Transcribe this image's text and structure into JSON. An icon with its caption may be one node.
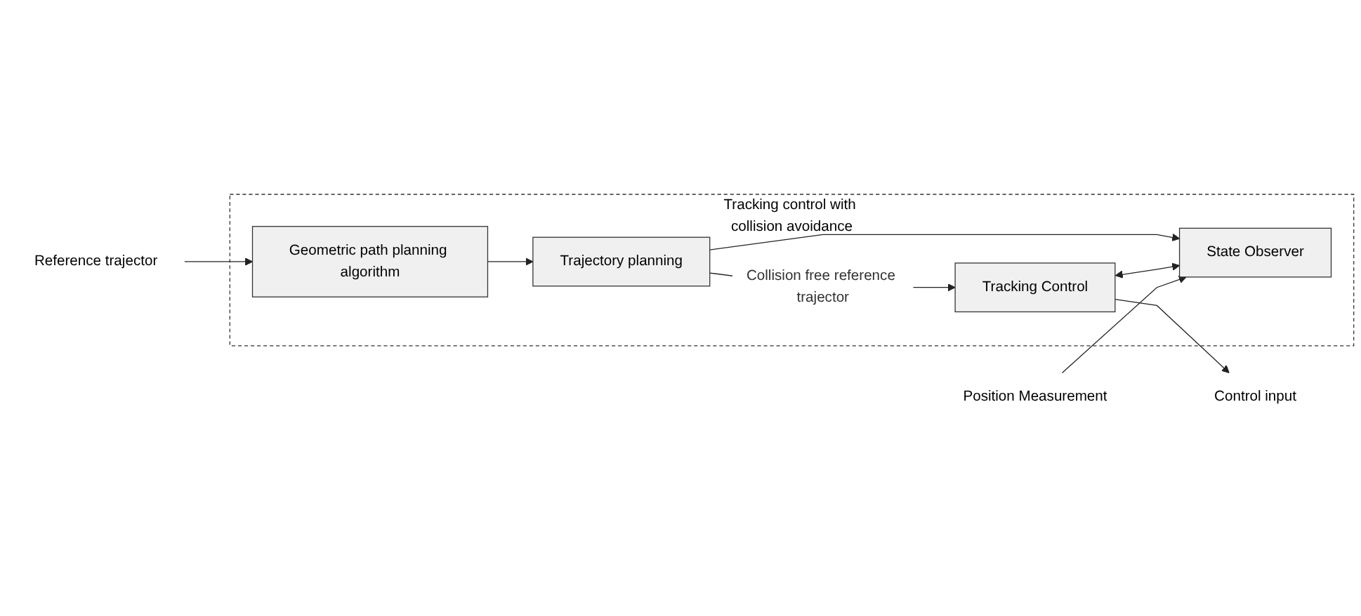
{
  "diagram": {
    "nodes": [
      {
        "text": [
          "Tracking control with collision avoidance"
        ]
      },
      {
        "text": [
          "Geometric path planning algorithm"
        ],
        "in": 0
      },
      {
        "text": [
          "Trajectory planning"
        ],
        "in": 0
      },
      {
        "text": [
          "Tracking Control"
        ],
        "in": 0
      },
      {
        "text": [
          "State Observer"
        ],
        "in": 0
      },
      {
        "text": [
          "Reference trajector"
        ]
      },
      {
        "text": [
          "Control input"
        ]
      },
      {
        "text": [
          "Position Measurement"
        ]
      }
    ],
    "edges": [
      {
        "from": 5,
        "to": 1,
        "arrow": "to"
      },
      {
        "from": 1,
        "to": 2,
        "arrow": "to"
      },
      {
        "from": 2,
        "to": 3,
        "arrow": "to",
        "label": "Collision free reference trajector"
      },
      {
        "from": 2,
        "to": 4,
        "arrow": "to"
      },
      {
        "from": 3,
        "to": 4,
        "arrow": "both"
      },
      {
        "from": 3,
        "to": 6,
        "arrow": "to"
      },
      {
        "from": 7,
        "to": 4,
        "arrow": "to"
      }
    ]
  }
}
